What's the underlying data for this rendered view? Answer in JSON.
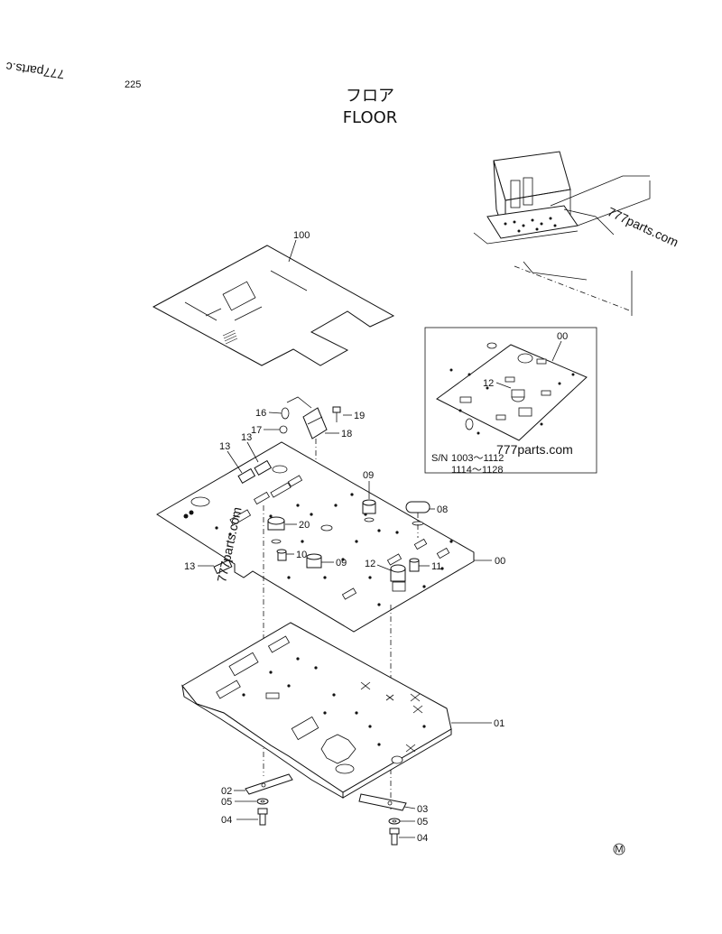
{
  "page": {
    "number": "225",
    "title_jp": "フロア",
    "title_en": "FLOOR",
    "mark": "M"
  },
  "watermarks": [
    "777parts.c",
    "777parts.com",
    "777parts.com",
    "777parts.com"
  ],
  "inset": {
    "sn_label": "S/N",
    "sn_range_1": "1003～1112",
    "sn_range_2": "1114～1128"
  },
  "callouts": {
    "c100": "100",
    "c00_inset": "00",
    "c12_inset": "12",
    "c16": "16",
    "c19": "19",
    "c17": "17",
    "c18": "18",
    "c13_a": "13",
    "c13_b": "13",
    "c13_c": "13",
    "c09_a": "09",
    "c08": "08",
    "c20": "20",
    "c10": "10",
    "c09_b": "09",
    "c12": "12",
    "c11": "11",
    "c00": "00",
    "c01": "01",
    "c02": "02",
    "c05_a": "05",
    "c04_a": "04",
    "c03": "03",
    "c05_b": "05",
    "c04_b": "04"
  }
}
